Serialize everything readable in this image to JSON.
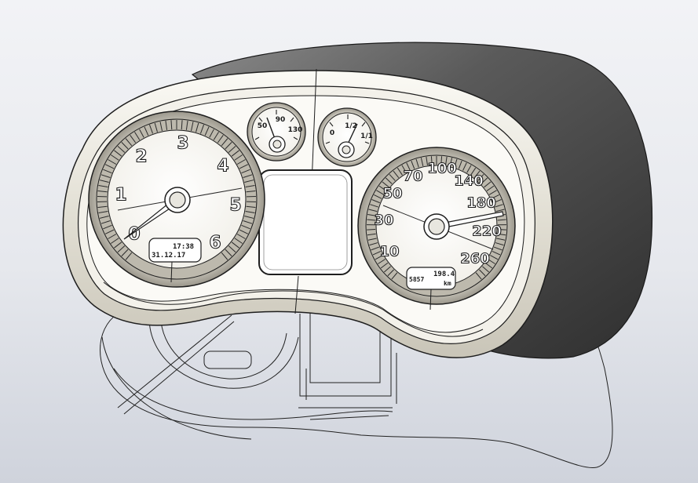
{
  "tachometer": {
    "labels": [
      "0",
      "1",
      "2",
      "3",
      "4",
      "5",
      "6"
    ],
    "display": {
      "time": "17:38",
      "date": "31.12.17"
    }
  },
  "speedometer": {
    "labels": [
      "10",
      "30",
      "50",
      "70",
      "100",
      "140",
      "180",
      "220",
      "260"
    ],
    "display": {
      "odometer": "198.4",
      "trip": "5857",
      "unit": "km"
    }
  },
  "temperature_gauge": {
    "labels": [
      "50",
      "90",
      "130"
    ]
  },
  "fuel_gauge": {
    "labels": [
      "0",
      "1/2",
      "1/1"
    ]
  },
  "colors": {
    "background_top": "#f2f3f6",
    "background_bottom": "#cfd3dc",
    "housing": "#4a4a4a",
    "bezel": "#e9e6dc",
    "line": "#1e1e1e"
  }
}
